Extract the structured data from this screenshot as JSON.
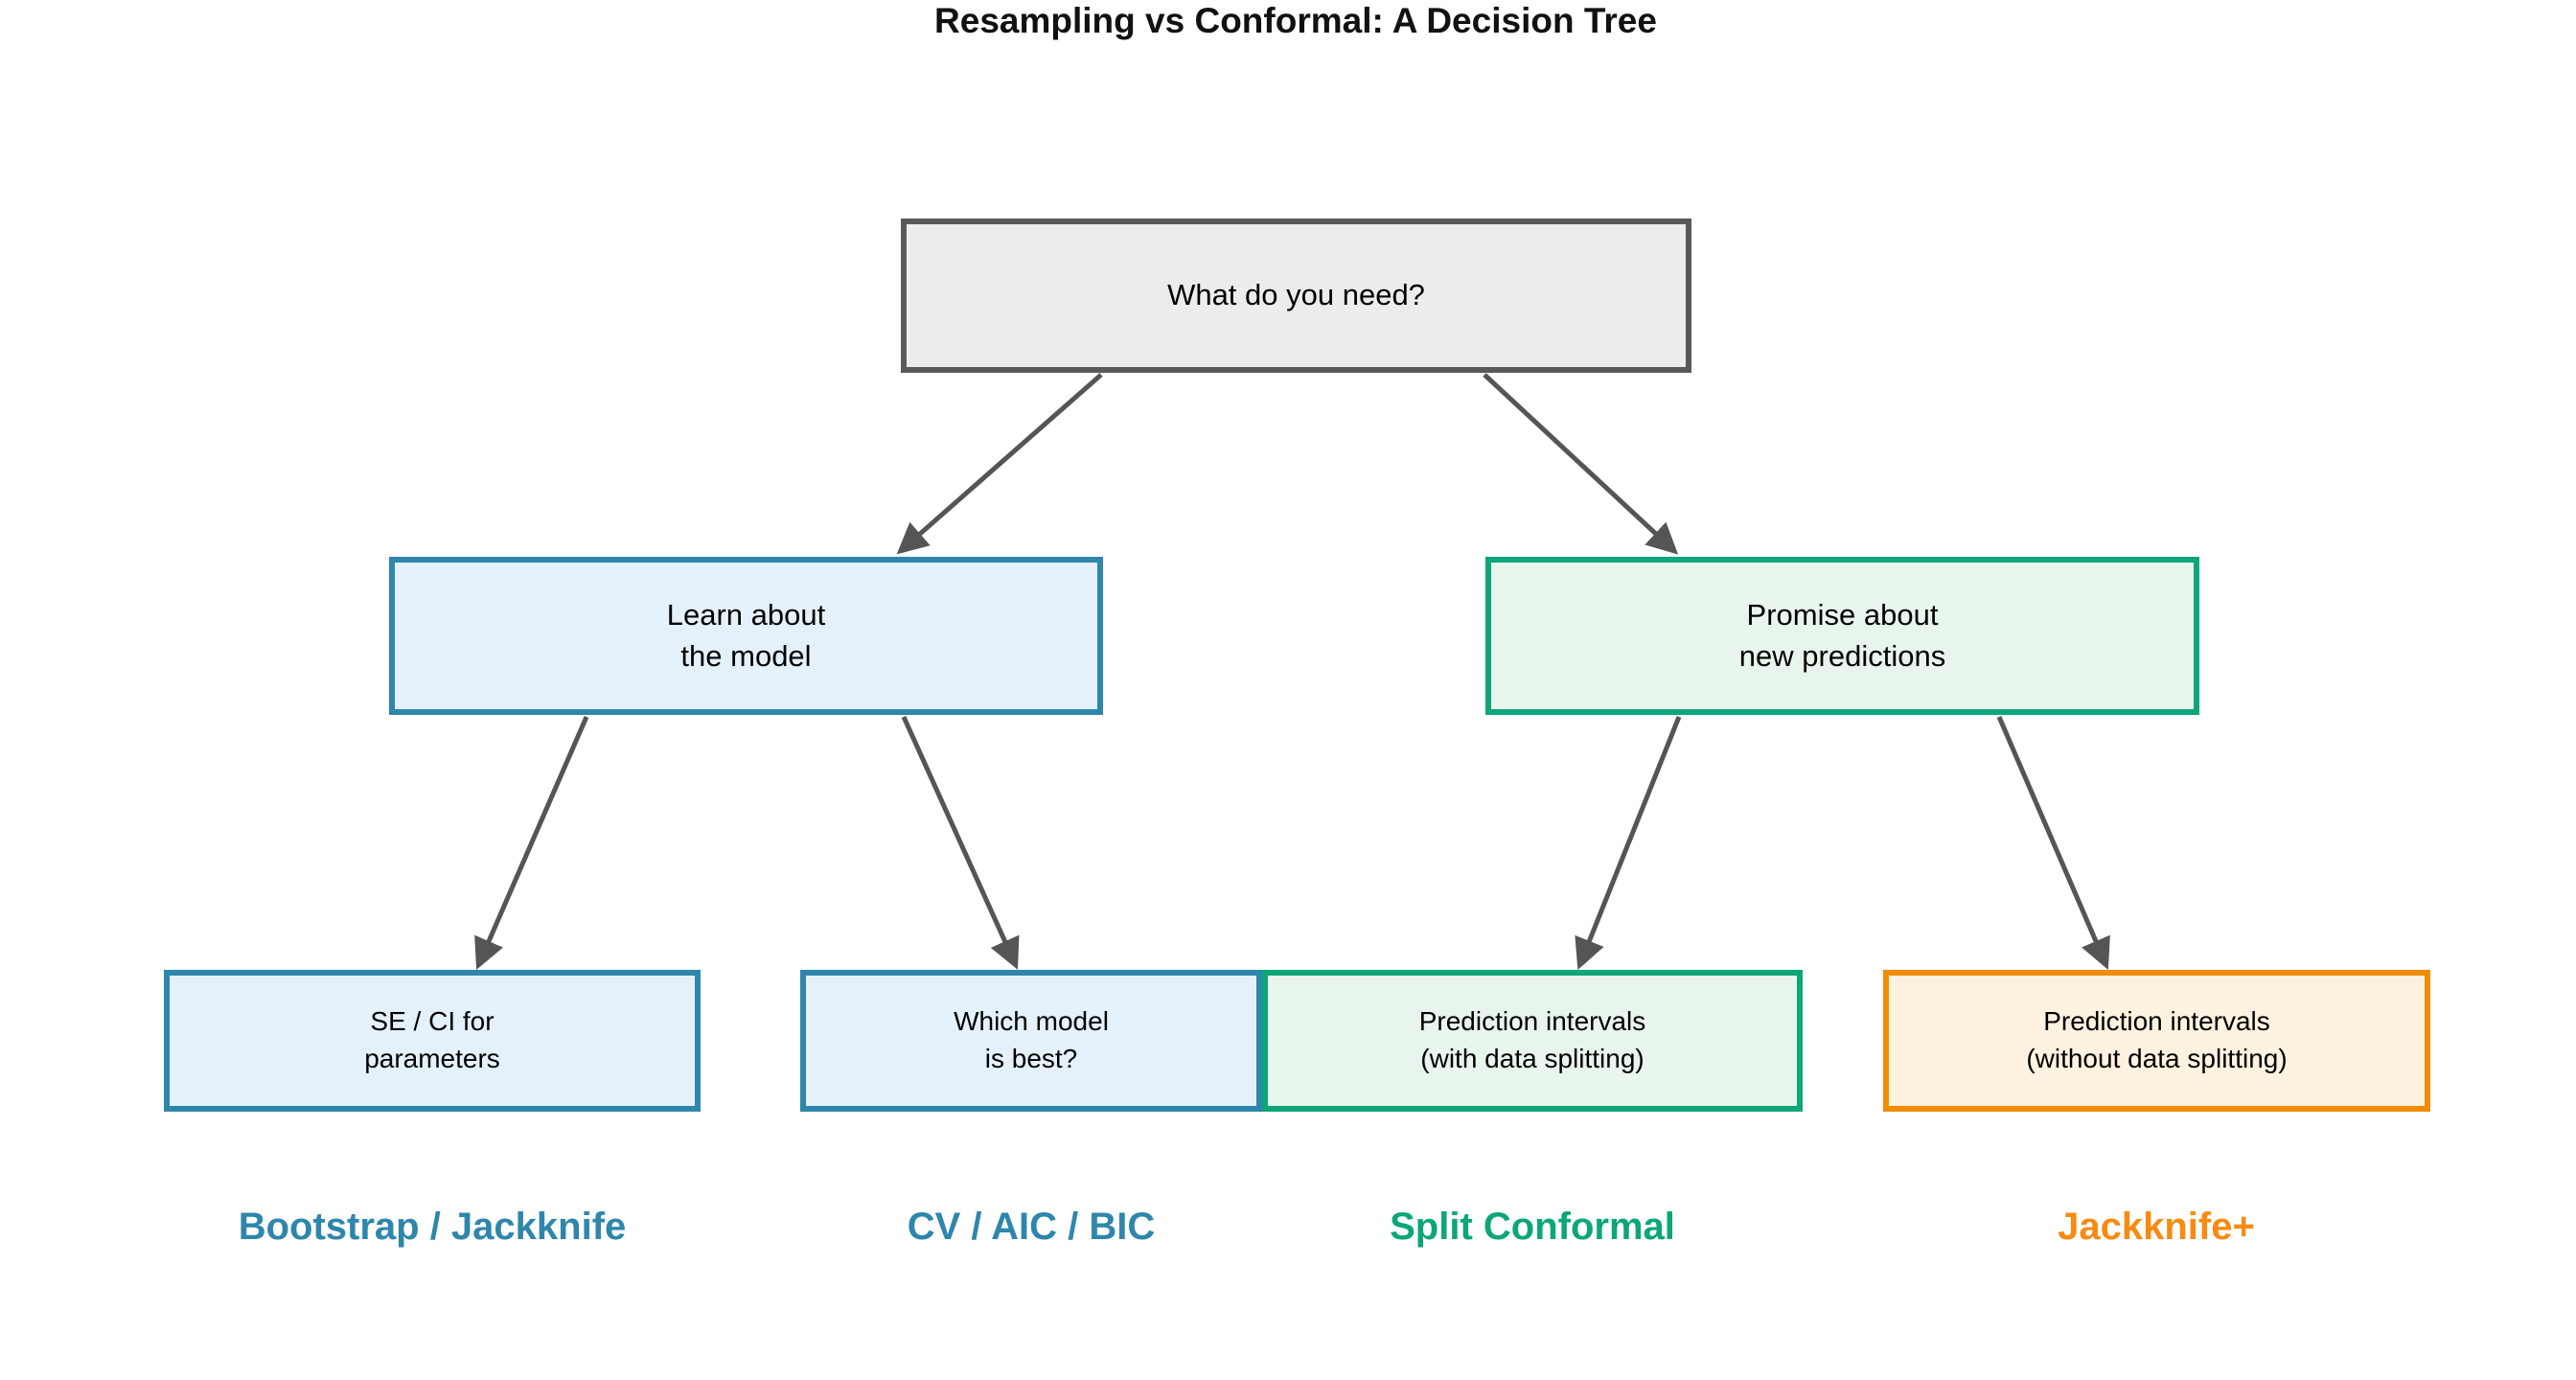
{
  "title": "Resampling vs Conformal: A Decision Tree",
  "palette": {
    "arrow": "#555555",
    "blue": "#2E86AB",
    "green": "#0CA678",
    "orange": "#F08C00",
    "gray": "#595959"
  },
  "nodes": {
    "root": {
      "text": "What do you need?",
      "fill": "#ECECEC",
      "border": "#595959"
    },
    "learn": {
      "text": "Learn about\nthe model",
      "fill": "#E4F1FA",
      "border": "#2E86AB"
    },
    "promise": {
      "text": "Promise about\nnew predictions",
      "fill": "#E8F5EC",
      "border": "#0CA678"
    },
    "se_ci": {
      "text": "SE / CI for\nparameters",
      "fill": "#E4F1FA",
      "border": "#2E86AB"
    },
    "which_model": {
      "text": "Which model\nis best?",
      "fill": "#E4F1FA",
      "border": "#2E86AB"
    },
    "pi_split": {
      "text": "Prediction intervals\n(with data splitting)",
      "fill": "#E8F5EC",
      "border": "#0CA678"
    },
    "pi_nosplit": {
      "text": "Prediction intervals\n(without data splitting)",
      "fill": "#FDF2E0",
      "border": "#F08C00"
    }
  },
  "edges": [
    {
      "from": "root",
      "to": "learn"
    },
    {
      "from": "root",
      "to": "promise"
    },
    {
      "from": "learn",
      "to": "se_ci"
    },
    {
      "from": "learn",
      "to": "which_model"
    },
    {
      "from": "promise",
      "to": "pi_split"
    },
    {
      "from": "promise",
      "to": "pi_nosplit"
    }
  ],
  "method_labels": {
    "bootstrap": {
      "text": "Bootstrap / Jackknife",
      "color": "#2E86AB"
    },
    "cv": {
      "text": "CV / AIC / BIC",
      "color": "#2E86AB"
    },
    "split_conformal": {
      "text": "Split Conformal",
      "color": "#0CA678"
    },
    "jackknife_plus": {
      "text": "Jackknife+",
      "color": "#F78B12"
    }
  }
}
